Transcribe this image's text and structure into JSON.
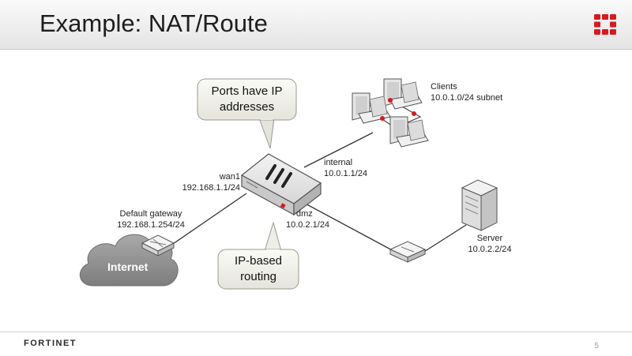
{
  "slide": {
    "title": "Example: NAT/Route",
    "page_number": "5"
  },
  "brand": {
    "name": "FORTINET",
    "accent_color": "#d71920"
  },
  "callouts": {
    "top": {
      "line1": "Ports have IP",
      "line2": "addresses"
    },
    "bottom": {
      "line1": "IP-based",
      "line2": "routing"
    }
  },
  "interfaces": {
    "wan1": {
      "name": "wan1",
      "ip": "192.168.1.1/24"
    },
    "internal": {
      "name": "internal",
      "ip": "10.0.1.1/24"
    },
    "dmz": {
      "name": "dmz",
      "ip": "10.0.2.1/24"
    }
  },
  "gateway": {
    "name": "Default gateway",
    "ip": "192.168.1.254/24"
  },
  "internet": {
    "label": "Internet"
  },
  "clients": {
    "name": "Clients",
    "subnet": "10.0.1.0/24 subnet"
  },
  "server": {
    "name": "Server",
    "ip": "10.0.2.2/24"
  }
}
